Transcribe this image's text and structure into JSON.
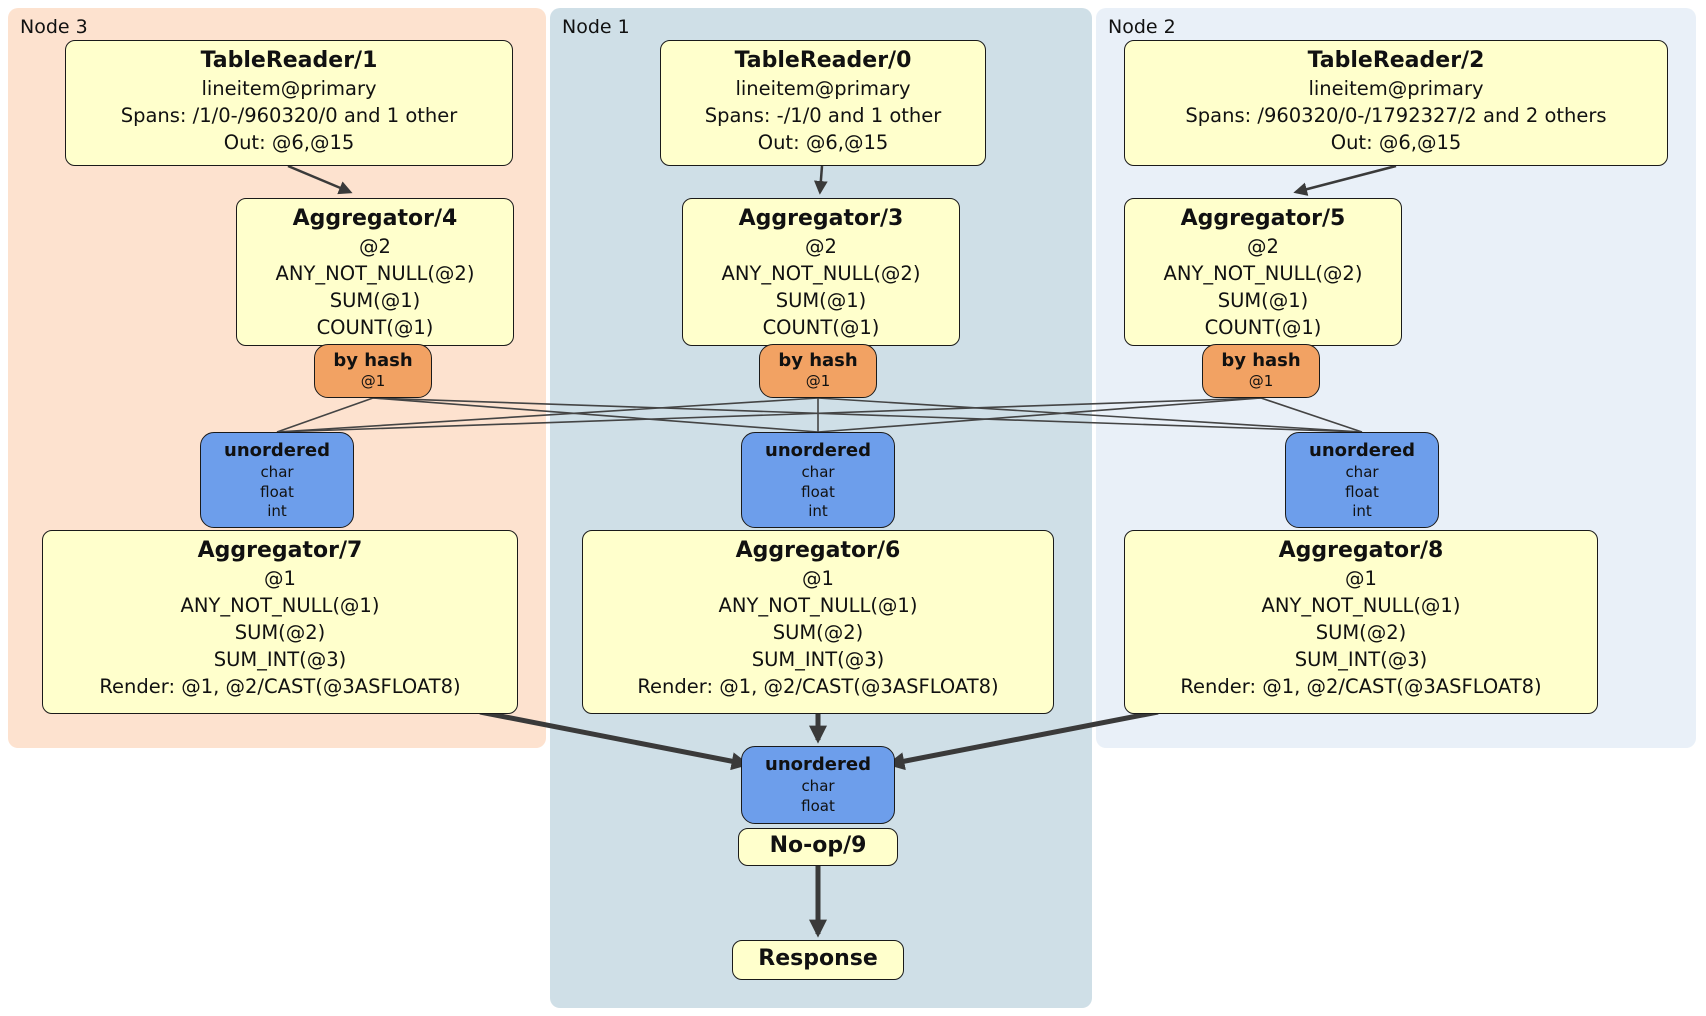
{
  "groups": {
    "node3": {
      "label": "Node 3",
      "bg": "#fde2cf"
    },
    "node1": {
      "label": "Node 1",
      "bg": "#cfdfe7"
    },
    "node2": {
      "label": "Node 2",
      "bg": "#e9f0f8"
    }
  },
  "processors": {
    "tablereader1": {
      "title": "TableReader/1",
      "lines": [
        "lineitem@primary",
        "Spans: /1/0-/960320/0 and 1 other",
        "Out: @6,@15"
      ]
    },
    "tablereader0": {
      "title": "TableReader/0",
      "lines": [
        "lineitem@primary",
        "Spans: -/1/0 and 1 other",
        "Out: @6,@15"
      ]
    },
    "tablereader2": {
      "title": "TableReader/2",
      "lines": [
        "lineitem@primary",
        "Spans: /960320/0-/1792327/2 and 2 others",
        "Out: @6,@15"
      ]
    },
    "aggregator4": {
      "title": "Aggregator/4",
      "lines": [
        "@2",
        "ANY_NOT_NULL(@2)",
        "SUM(@1)",
        "COUNT(@1)"
      ]
    },
    "aggregator3": {
      "title": "Aggregator/3",
      "lines": [
        "@2",
        "ANY_NOT_NULL(@2)",
        "SUM(@1)",
        "COUNT(@1)"
      ]
    },
    "aggregator5": {
      "title": "Aggregator/5",
      "lines": [
        "@2",
        "ANY_NOT_NULL(@2)",
        "SUM(@1)",
        "COUNT(@1)"
      ]
    },
    "aggregator7": {
      "title": "Aggregator/7",
      "lines": [
        "@1",
        "ANY_NOT_NULL(@1)",
        "SUM(@2)",
        "SUM_INT(@3)",
        "Render: @1, @2/CAST(@3ASFLOAT8)"
      ]
    },
    "aggregator6": {
      "title": "Aggregator/6",
      "lines": [
        "@1",
        "ANY_NOT_NULL(@1)",
        "SUM(@2)",
        "SUM_INT(@3)",
        "Render: @1, @2/CAST(@3ASFLOAT8)"
      ]
    },
    "aggregator8": {
      "title": "Aggregator/8",
      "lines": [
        "@1",
        "ANY_NOT_NULL(@1)",
        "SUM(@2)",
        "SUM_INT(@3)",
        "Render: @1, @2/CAST(@3ASFLOAT8)"
      ]
    },
    "noop9": {
      "title": "No-op/9"
    },
    "response": {
      "title": "Response"
    }
  },
  "routers": {
    "byhash3": {
      "label": "by hash",
      "detail": "@1"
    },
    "byhash1": {
      "label": "by hash",
      "detail": "@1"
    },
    "byhash2": {
      "label": "by hash",
      "detail": "@1"
    }
  },
  "synchronizers": {
    "unordered3": {
      "label": "unordered",
      "columns": [
        "char",
        "float",
        "int"
      ]
    },
    "unordered1": {
      "label": "unordered",
      "columns": [
        "char",
        "float",
        "int"
      ]
    },
    "unordered2": {
      "label": "unordered",
      "columns": [
        "char",
        "float",
        "int"
      ]
    },
    "unordered_final": {
      "label": "unordered",
      "columns": [
        "char",
        "float"
      ]
    }
  },
  "colors": {
    "processor_bg": "#ffffcc",
    "router_bg": "#f2a263",
    "sync_bg": "#6d9eeb",
    "node3_bg": "#fde2cf",
    "node1_bg": "#cfdfe7",
    "node2_bg": "#e9f0f8",
    "edge": "#3a3a3a"
  }
}
